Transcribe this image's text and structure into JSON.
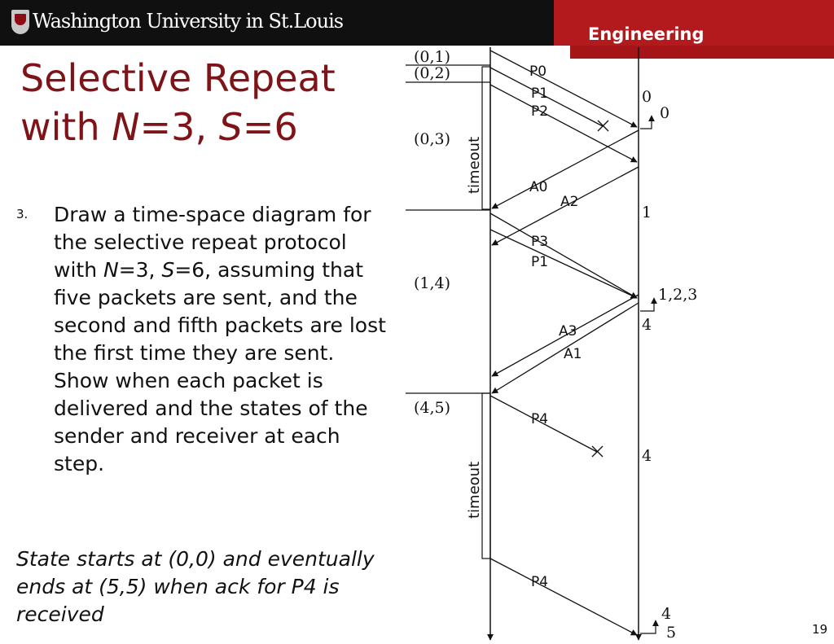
{
  "header": {
    "university": "Washington University in St.Louis",
    "department": "Engineering",
    "brand_color": "#a51417"
  },
  "slide": {
    "title_part1": "Selective Repeat",
    "title_with": "with ",
    "title_N": "N",
    "title_eq1": "=3, ",
    "title_S": "S",
    "title_eq2": "=6",
    "question_number": "3.",
    "question_text": {
      "part1": "Draw a time-space diagram for the selective repeat protocol with ",
      "N": "N",
      "part2": "=3, ",
      "S": "S",
      "part3": "=6, assuming that five packets are sent, and the second and fifth packets are lost the first time they are sent. Show when each packet is delivered and the states of the sender and receiver at each step."
    },
    "footnote": "State starts at (0,0) and eventually ends at (5,5) when ack for P4 is received",
    "page_number": "19"
  },
  "diagram": {
    "sender_states": [
      "(0,1)",
      "(0,2)",
      "(0,3)",
      "(1,4)",
      "(4,5)"
    ],
    "receiver_states": [
      "0",
      "0",
      "1",
      "1,2,3",
      "4",
      "4",
      "4",
      "5"
    ],
    "packet_labels": [
      "P0",
      "P1",
      "P2",
      "A0",
      "A2",
      "P3",
      "P1",
      "A3",
      "A1",
      "P4",
      "P4"
    ],
    "timeout_labels": [
      "timeout",
      "timeout"
    ],
    "lost_marker_icon": "x-mark"
  }
}
